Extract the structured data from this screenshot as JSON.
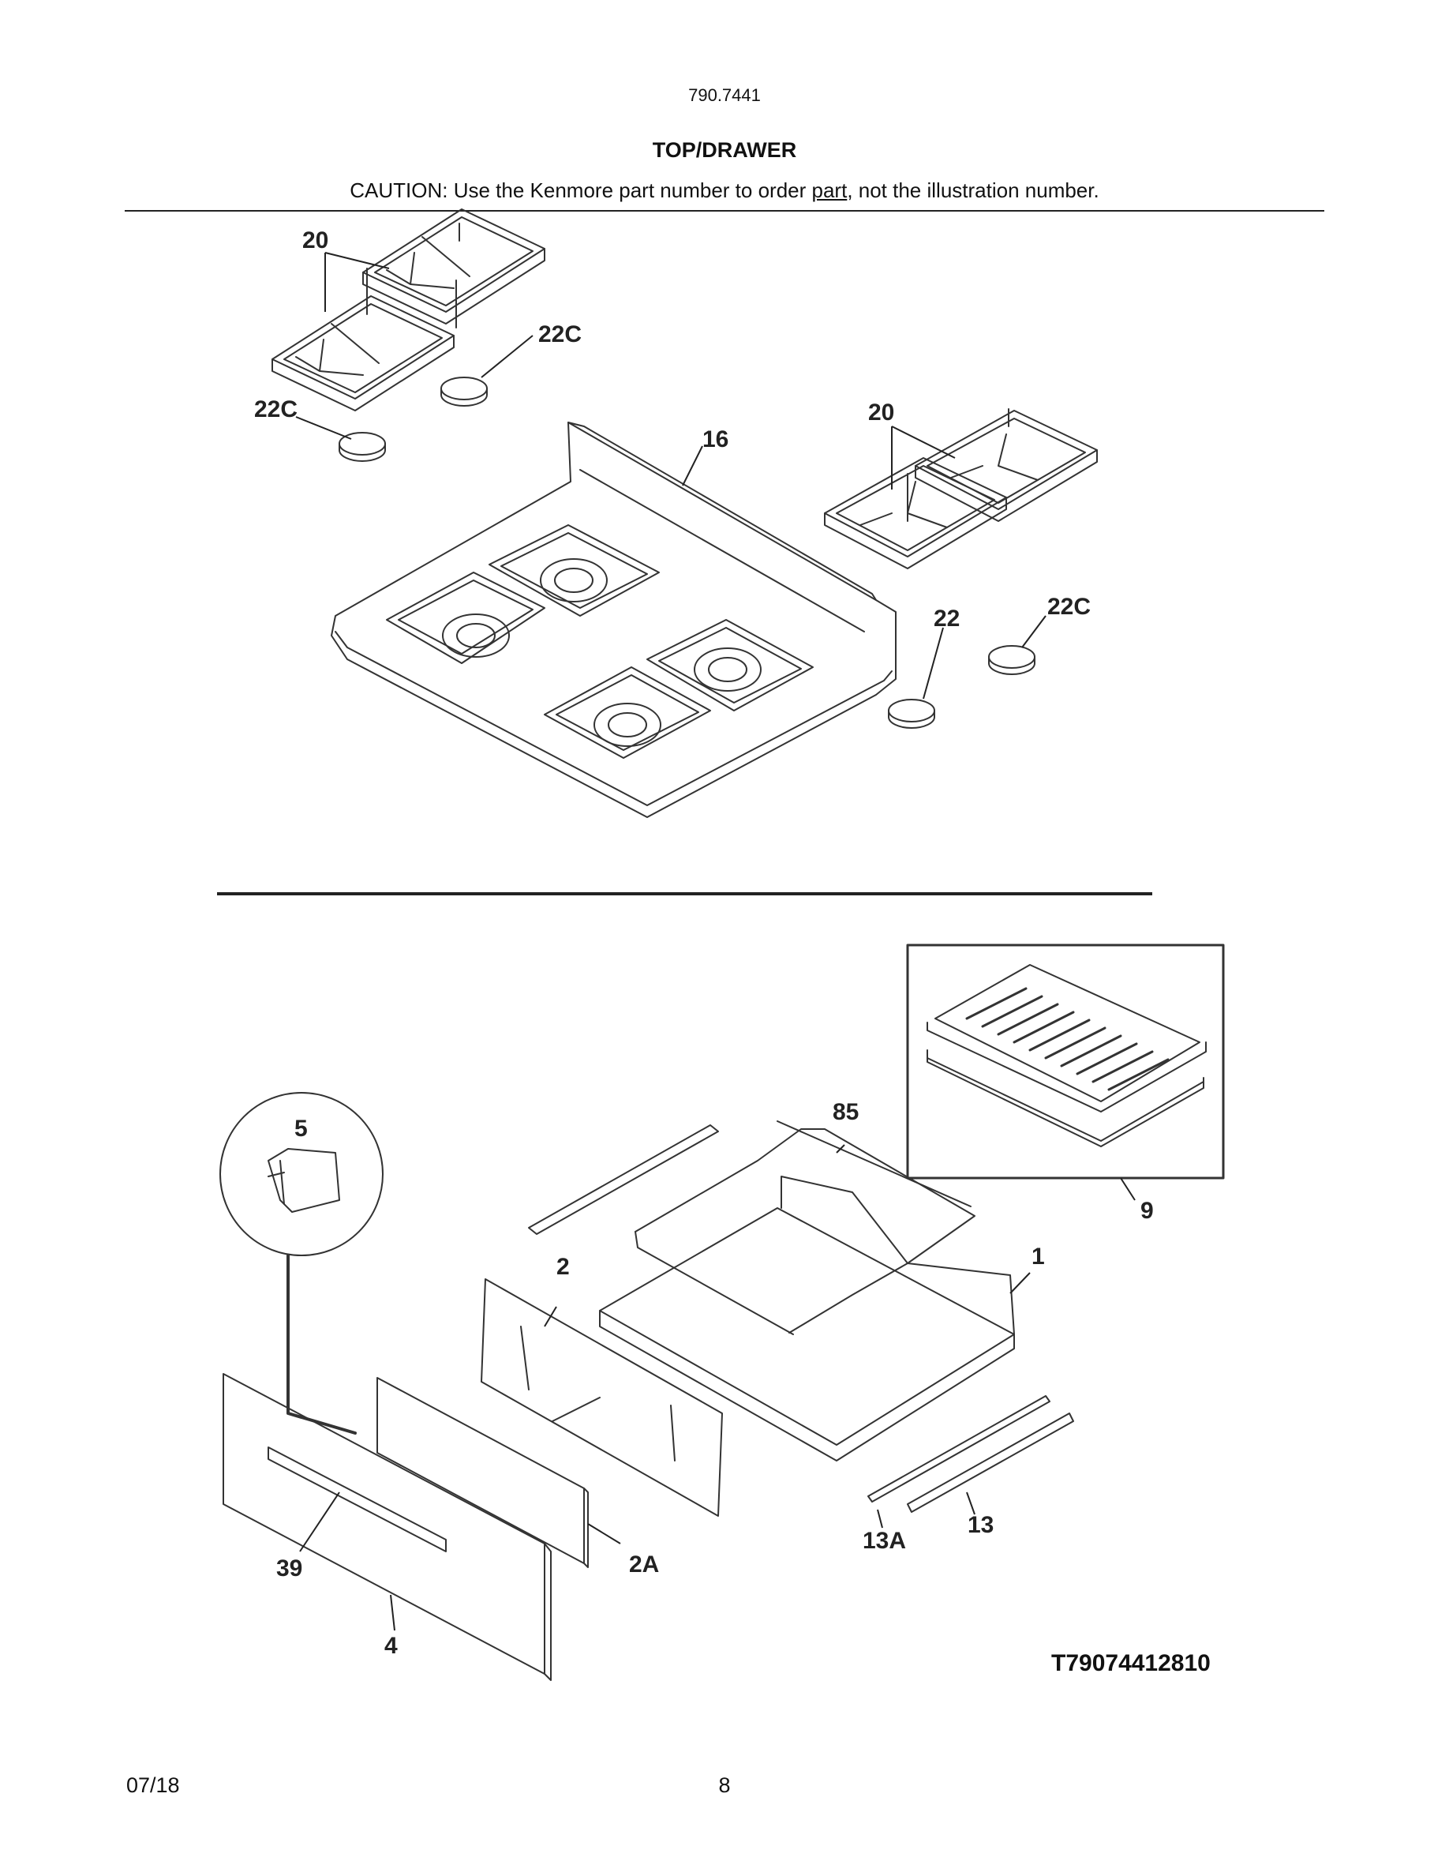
{
  "header": {
    "model_number": "790.7441",
    "section_title": "TOP/DRAWER",
    "caution_before": "CAUTION: Use the Kenmore part number to order ",
    "caution_link": "part",
    "caution_after": ", not the illustration number."
  },
  "callouts": {
    "grate_left": "20",
    "cap_left_upper": "22C",
    "cap_left_lower": "22C",
    "cooktop": "16",
    "grate_right": "20",
    "cap_22": "22",
    "cap_right": "22C",
    "knob_detail": "5",
    "rack": "85",
    "broiler_pan": "9",
    "drawer_body": "1",
    "drawer_back_panel": "2",
    "drawer_liner": "2A",
    "drawer_rail_13a": "13A",
    "drawer_rail_13": "13",
    "handle": "39",
    "drawer_front": "4"
  },
  "footer": {
    "illustration_code": "T79074412810",
    "date": "07/18",
    "page_number": "8"
  }
}
